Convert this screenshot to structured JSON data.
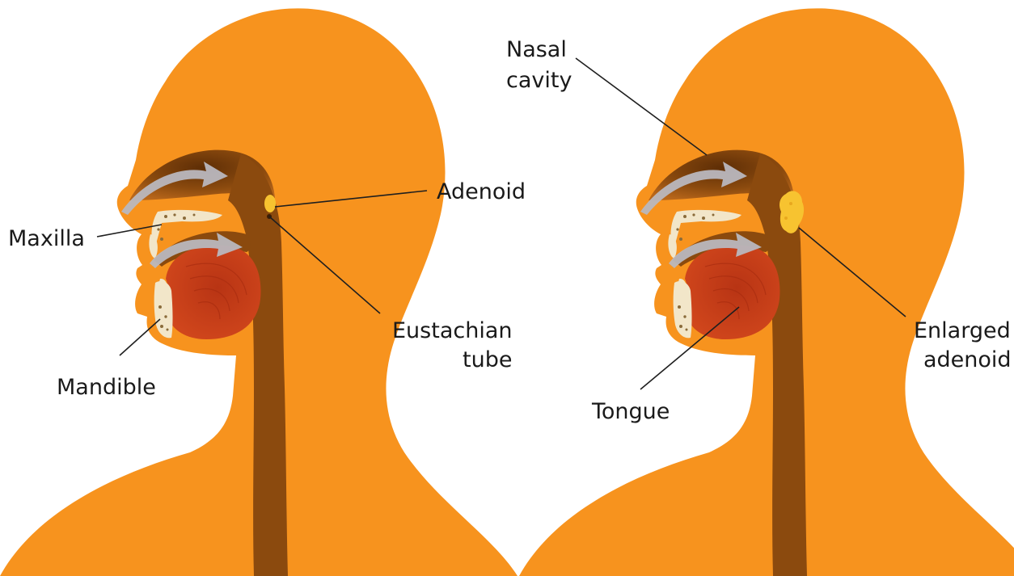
{
  "colors": {
    "skin": "#F7931E",
    "airway": "#8B4A0E",
    "airway_shadow": "#6B3407",
    "tongue": "#C53A17",
    "tongue_ring": "#A82C0F",
    "bone": "#F2E6C9",
    "bone_spots": "#8A6B3A",
    "adenoid": "#F7C330",
    "airflow": "#B9B7BE",
    "line": "#1f1f1f"
  },
  "labels": {
    "maxilla": "Maxilla",
    "mandible": "Mandible",
    "adenoid": "Adenoid",
    "eustachian_1": "Eustachian",
    "eustachian_2": "tube",
    "nasal_1": "Nasal",
    "nasal_2": "cavity",
    "tongue": "Tongue",
    "enlarged_1": "Enlarged",
    "enlarged_2": "adenoid"
  },
  "icons": [
    "airflow-arrow-icon",
    "adenoid-icon"
  ]
}
